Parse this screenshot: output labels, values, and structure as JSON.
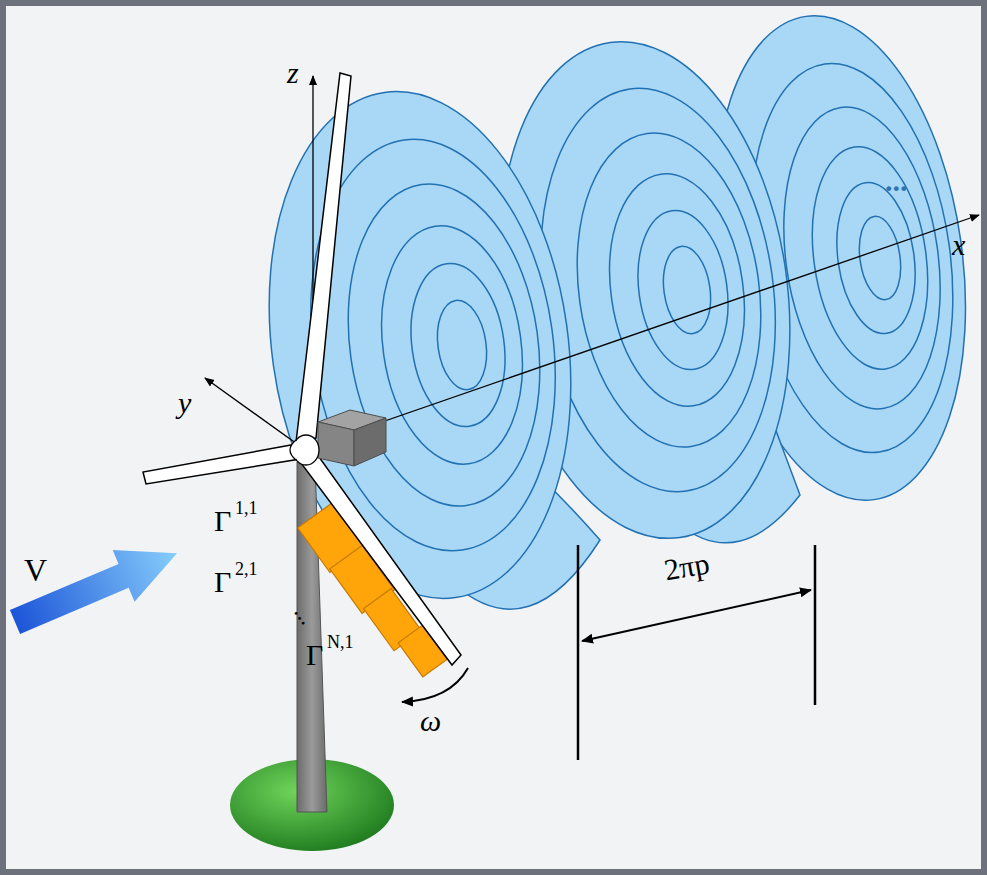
{
  "diagram": {
    "labels": [
      "z",
      "y",
      "x",
      "V",
      "Γ",
      "1,1",
      "Γ",
      "2,1",
      "...",
      "Γ",
      "N,1",
      "ω",
      "2πp",
      "..."
    ]
  }
}
